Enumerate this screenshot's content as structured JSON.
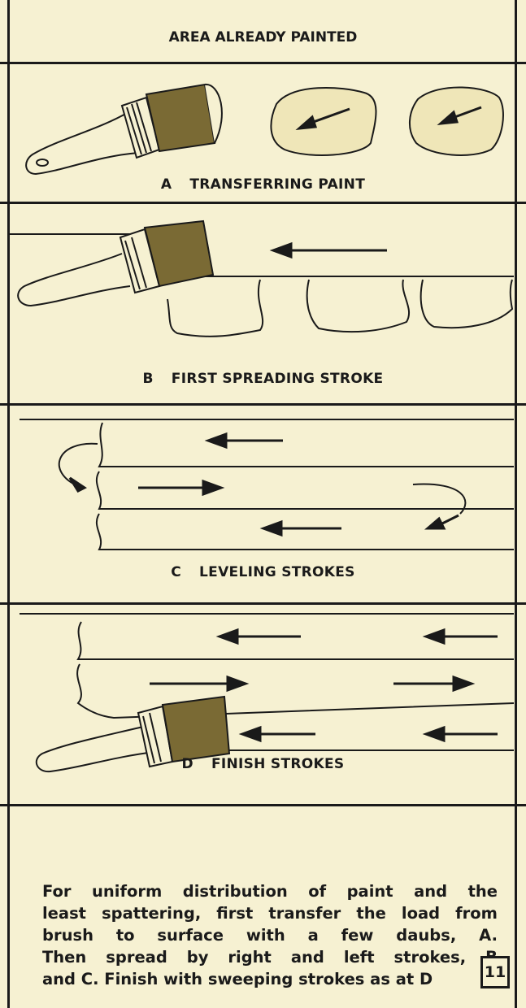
{
  "header": {
    "title": "AREA ALREADY PAINTED"
  },
  "panels": [
    {
      "letter": "A",
      "label": "TRANSFERRING PAINT"
    },
    {
      "letter": "B",
      "label": "FIRST SPREADING STROKE"
    },
    {
      "letter": "C",
      "label": "LEVELING STROKES"
    },
    {
      "letter": "D",
      "label": "FINISH STROKES"
    }
  ],
  "caption": {
    "lines": [
      "For uniform distribution of paint and the",
      "least spattering, first transfer the load from",
      "brush to surface with a few daubs, A.",
      "Then spread by right and left strokes, B",
      "and C.  Finish with sweeping strokes as at D"
    ]
  },
  "page_number": "11",
  "colors": {
    "paper": "#f6f1d2",
    "ink": "#1a1a1a",
    "bristle": "#6b5a2a"
  }
}
